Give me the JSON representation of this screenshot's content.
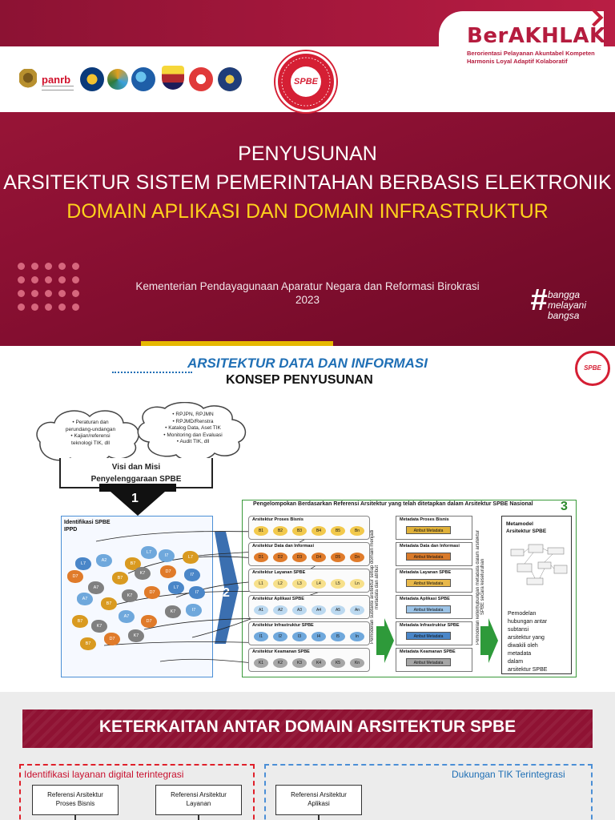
{
  "slide1": {
    "brand": {
      "title": "BerAKHLAK",
      "line1": "Berorientasi Pelayanan Akuntabel Kompeten",
      "line2": "Harmonis Loyal Adaptif Kolaboratif"
    },
    "logos": [
      "garuda-emblem",
      "panrb-logo",
      "kemenkeu-logo",
      "bappenas-logo",
      "kominfo-logo",
      "kemendagri-logo",
      "brin-logo",
      "bssn-logo"
    ],
    "panrb_text": "panrb",
    "seal_text": "SPBE",
    "title_line1": "PENYUSUNAN",
    "title_line2": "ARSITEKTUR SISTEM PEMERINTAHAN BERBASIS ELEKTRONIK",
    "title_line3": "DOMAIN APLIKASI DAN DOMAIN INFRASTRUKTUR",
    "ministry": "Kementerian Pendayagunaan Aparatur Negara  dan Reformasi Birokrasi",
    "year": "2023",
    "tagline": [
      "bangga",
      "melayani",
      "bangsa"
    ],
    "colors": {
      "maroon": "#8c1033",
      "yellow": "#ffd21c",
      "accent": "#e6b800"
    }
  },
  "slide2": {
    "title": "ARSITEKTUR DATA DAN INFORMASI",
    "subtitle": "KONSEP PENYUSUNAN",
    "seal_text": "SPBE",
    "cloud_left": [
      "• Peraturan dan",
      "perundang-undangan",
      "• Kajian/referensi",
      "teknologi TIK, dll"
    ],
    "cloud_right": [
      "• RPJPN, RPJMN",
      "• RPJMD/Renstra",
      "• Katalog Data, Aset TIK",
      "• Monitoring dan Evaluasi",
      "• Audit TIK, dll"
    ],
    "visi": [
      "Visi dan Misi",
      "Penyelenggaraan SPBE"
    ],
    "step1": "1",
    "step2": "2",
    "step3": "3",
    "ippd_label": [
      "Identifikasi SPBE",
      "IPPD"
    ],
    "group_title": "Pengelompokan Berdasarkan Referensi Arsitektur yang telah ditetapkan dalam Arsitektur SPBE Nasional",
    "architectures": [
      {
        "label": "Arsitektur Proses Bisnis",
        "nodes": [
          "B1",
          "B2",
          "B3",
          "B4",
          "B5",
          "Bn"
        ],
        "color": "#f2c94c"
      },
      {
        "label": "Arsitektur Data dan Informasi",
        "nodes": [
          "D1",
          "D2",
          "D3",
          "D4",
          "D5",
          "Dn"
        ],
        "color": "#e07b2a"
      },
      {
        "label": "Arsitektur Layanan SPBE",
        "nodes": [
          "L1",
          "L2",
          "L3",
          "L4",
          "L5",
          "Ln"
        ],
        "color": "#f7e08a"
      },
      {
        "label": "Arsitektur Aplikasi SPBE",
        "nodes": [
          "A1",
          "A2",
          "A3",
          "A4",
          "A5",
          "An"
        ],
        "color": "#bcd9f0"
      },
      {
        "label": "Arsitektur Infrastruktur SPBE",
        "nodes": [
          "I1",
          "I2",
          "I3",
          "I4",
          "I5",
          "In"
        ],
        "color": "#6fa8dc"
      },
      {
        "label": "Arsitektur Keamanan SPBE",
        "nodes": [
          "K1",
          "K2",
          "K3",
          "K4",
          "K5",
          "Kn"
        ],
        "color": "#a6a6a6"
      }
    ],
    "vertical_text_1": "Pemodelan subtansi arsitektur setiap domain menjadi metadata dan atribut",
    "vertical_text_2": "Pemodelan keterhubungan metadata dalam arsitektur SPBE secara keseluruhan",
    "metadata": [
      {
        "label": "Metadata Proses Bisnis",
        "attr": "Atribut Metadata",
        "color": "#e0b13a"
      },
      {
        "label": "Metadata Data dan Informasi",
        "attr": "Atribut Metadata",
        "color": "#d97a2a"
      },
      {
        "label": "Metadata Layanan SPBE",
        "attr": "Atribut Metadata",
        "color": "#e8b84a"
      },
      {
        "label": "Metadata Aplikasi SPBE",
        "attr": "Atribut Metadata",
        "color": "#9cc3e6"
      },
      {
        "label": "Metadata Infrastruktur SPBE",
        "attr": "Atribut Metadata",
        "color": "#4a86c8"
      },
      {
        "label": "Metadata Keamanan SPBE",
        "attr": "Atribut Metadata",
        "color": "#a6a6a6"
      }
    ],
    "metamodel_title": [
      "Metamodel",
      "Arsitektur SPBE"
    ],
    "metamodel_text": [
      "Pemodelan",
      "hubungan antar",
      "subtansi",
      "arsitektur yang",
      "diwakili oleh",
      "metadata",
      "dalam",
      "arsitektur SPBE"
    ],
    "blobs": [
      {
        "t": "L7",
        "c": "#4a86c8"
      },
      {
        "t": "A2",
        "c": "#6fa8dc"
      },
      {
        "t": "B7",
        "c": "#d99a20"
      },
      {
        "t": "L7",
        "c": "#6fa8dc"
      },
      {
        "t": "I7",
        "c": "#6fa8dc"
      },
      {
        "t": "L7",
        "c": "#d99a20"
      },
      {
        "t": "D7",
        "c": "#e07b2a"
      },
      {
        "t": "A7",
        "c": "#808080"
      },
      {
        "t": "B7",
        "c": "#d99a20"
      },
      {
        "t": "K7",
        "c": "#808080"
      },
      {
        "t": "D7",
        "c": "#e07b2a"
      },
      {
        "t": "I7",
        "c": "#4a86c8"
      },
      {
        "t": "A7",
        "c": "#6fa8dc"
      },
      {
        "t": "B7",
        "c": "#d99a20"
      },
      {
        "t": "K7",
        "c": "#808080"
      },
      {
        "t": "D7",
        "c": "#e07b2a"
      },
      {
        "t": "L7",
        "c": "#4a86c8"
      },
      {
        "t": "I7",
        "c": "#4a86c8"
      },
      {
        "t": "B7",
        "c": "#d99a20"
      },
      {
        "t": "K7",
        "c": "#808080"
      },
      {
        "t": "A7",
        "c": "#6fa8dc"
      },
      {
        "t": "D7",
        "c": "#e07b2a"
      },
      {
        "t": "K7",
        "c": "#808080"
      },
      {
        "t": "I7",
        "c": "#6fa8dc"
      },
      {
        "t": "B7",
        "c": "#d99a20"
      },
      {
        "t": "D7",
        "c": "#e07b2a"
      },
      {
        "t": "K7",
        "c": "#808080"
      }
    ]
  },
  "slide3": {
    "banner_title": "KETERKAITAN ANTAR DOMAIN ARSITEKTUR SPBE",
    "left_label": "Identifikasi layanan digital terintegrasi",
    "right_label": "Dukungan TIK Terintegrasi",
    "boxes": [
      {
        "line1": "Referensi Arsitektur",
        "line2": "Proses Bisnis"
      },
      {
        "line1": "Referensi Arsitektur",
        "line2": "Layanan"
      },
      {
        "line1": "Referensi Arsitektur",
        "line2": "Aplikasi"
      }
    ]
  }
}
